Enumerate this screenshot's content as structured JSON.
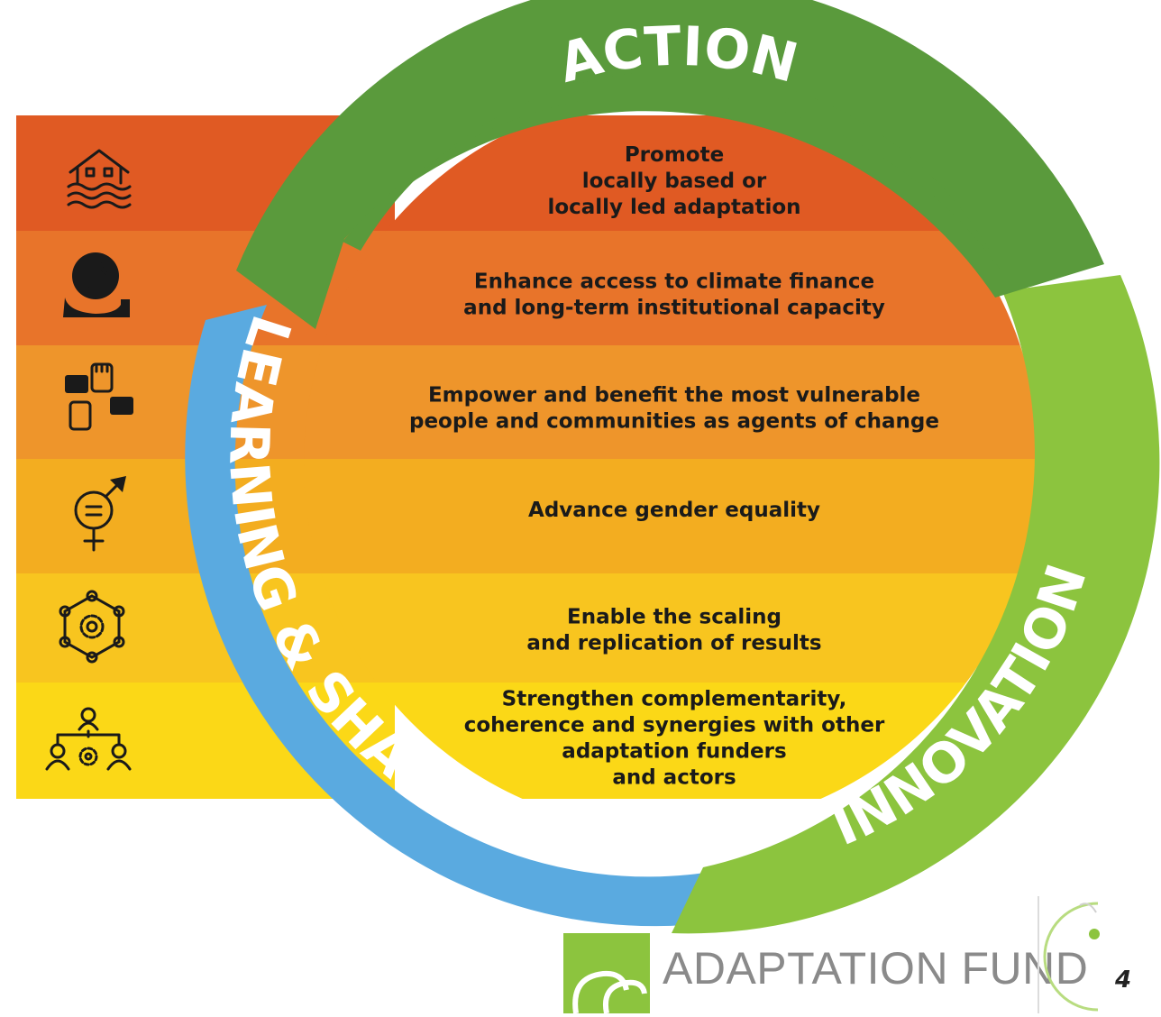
{
  "diagram": {
    "ring": {
      "top_label": "ACTION",
      "right_label": "INNOVATION",
      "left_label": "LEARNING & SHARING",
      "colors": {
        "action": "#5a9a3c",
        "innovation": "#8cc43e",
        "learning": "#5aaae0"
      }
    },
    "priorities": [
      {
        "icon": "flooded-house-icon",
        "color": "#e05a23",
        "lines": [
          "Promote",
          "locally based or",
          "locally led adaptation"
        ]
      },
      {
        "icon": "globe-hand-icon",
        "color": "#e8742a",
        "lines": [
          "Enhance access to climate finance",
          "and long-term institutional capacity"
        ]
      },
      {
        "icon": "joined-hands-icon",
        "color": "#ee952b",
        "lines": [
          "Empower and benefit the most vulnerable",
          "people and communities as agents of change"
        ]
      },
      {
        "icon": "gender-equality-icon",
        "color": "#f3ad20",
        "lines": [
          "Advance gender equality"
        ]
      },
      {
        "icon": "network-gear-icon",
        "color": "#f8c51f",
        "lines": [
          "Enable the scaling",
          "and replication of results"
        ]
      },
      {
        "icon": "team-gear-icon",
        "color": "#fbd817",
        "lines": [
          "Strengthen complementarity,",
          "coherence and synergies with other",
          "adaptation funders",
          "and actors"
        ]
      }
    ]
  },
  "footer": {
    "logo_text": "ADAPTATION FUND",
    "page_number": "4"
  }
}
